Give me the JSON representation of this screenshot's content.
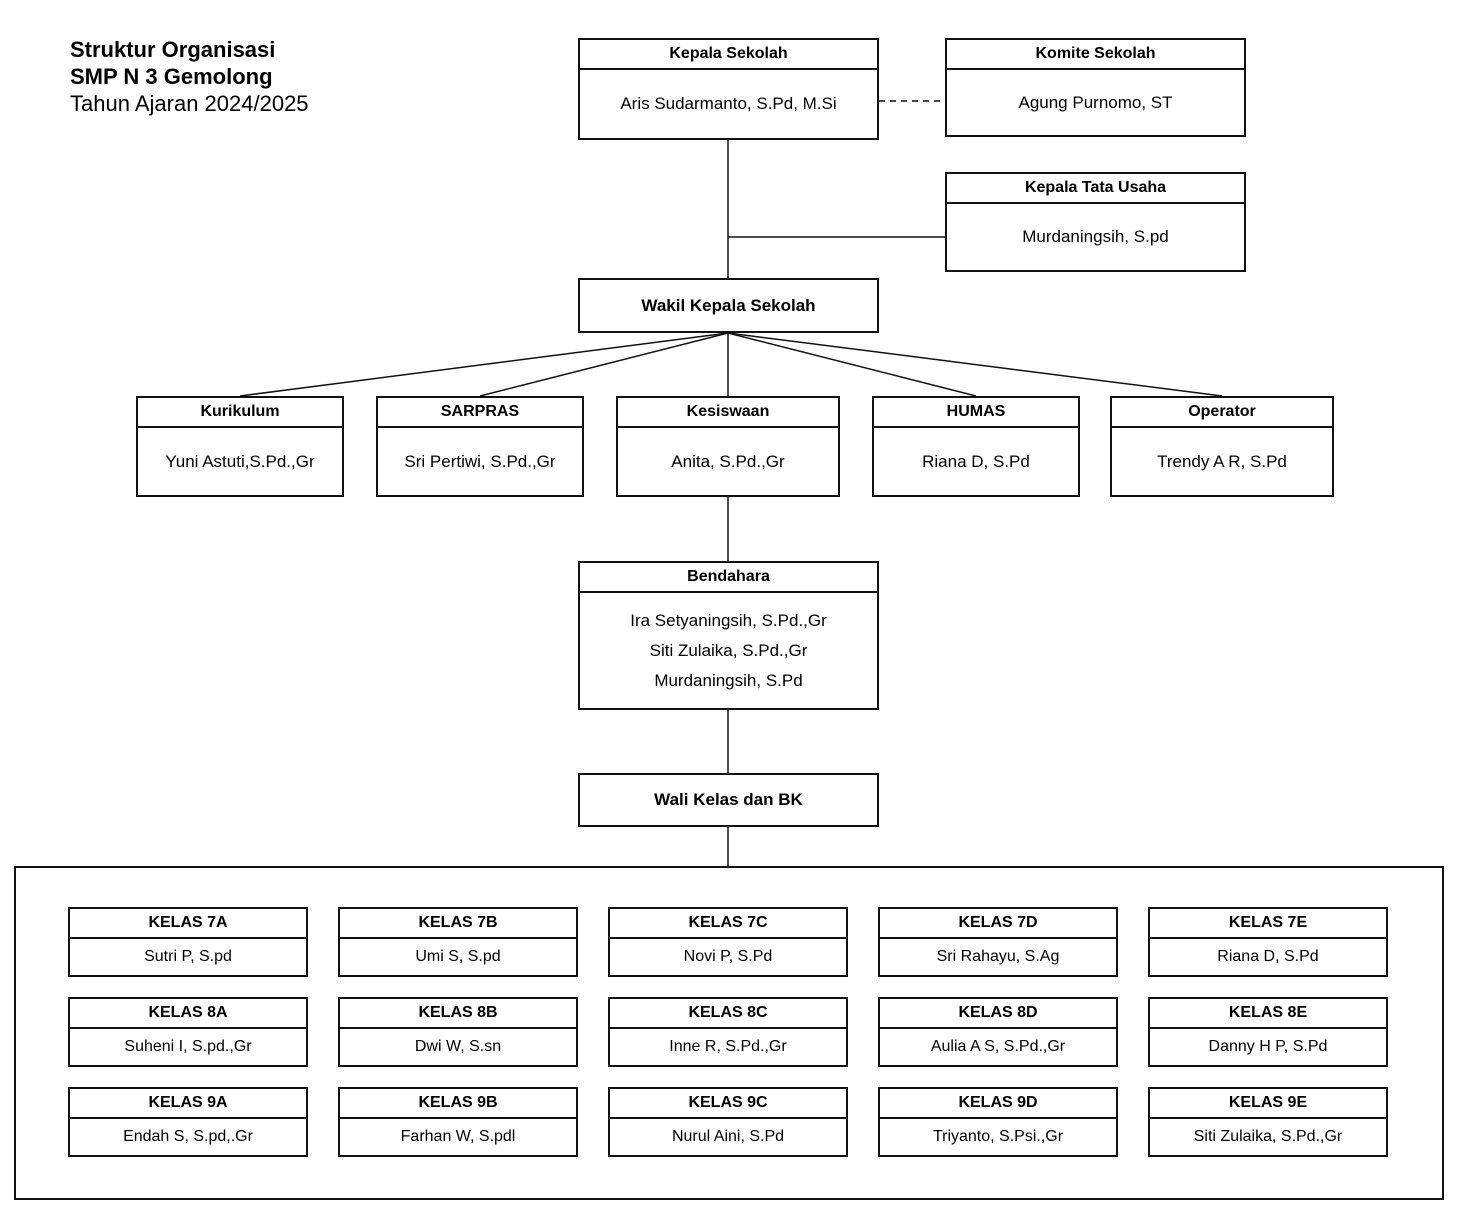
{
  "title": {
    "line1": "Struktur Organisasi",
    "line2": "SMP N 3 Gemolong",
    "line3": "Tahun Ajaran 2024/2025"
  },
  "nodes": {
    "kepala_sekolah": {
      "label": "Kepala Sekolah",
      "name": "Aris Sudarmanto, S.Pd, M.Si"
    },
    "komite_sekolah": {
      "label": "Komite Sekolah",
      "name": "Agung Purnomo, ST"
    },
    "kepala_tata_usaha": {
      "label": "Kepala Tata Usaha",
      "name": "Murdaningsih, S.pd"
    },
    "wakil_kepala_sekolah": {
      "label": "Wakil Kepala Sekolah"
    },
    "kurikulum": {
      "label": "Kurikulum",
      "name": "Yuni Astuti,S.Pd.,Gr"
    },
    "sarpras": {
      "label": "SARPRAS",
      "name": "Sri Pertiwi, S.Pd.,Gr"
    },
    "kesiswaan": {
      "label": "Kesiswaan",
      "name": "Anita, S.Pd.,Gr"
    },
    "humas": {
      "label": "HUMAS",
      "name": "Riana D, S.Pd"
    },
    "operator": {
      "label": "Operator",
      "name": "Trendy A R, S.Pd"
    },
    "bendahara": {
      "label": "Bendahara",
      "name1": "Ira Setyaningsih, S.Pd.,Gr",
      "name2": "Siti Zulaika, S.Pd.,Gr",
      "name3": "Murdaningsih, S.Pd"
    },
    "wali_kelas": {
      "label": "Wali Kelas dan BK"
    }
  },
  "classes": [
    {
      "label": "KELAS 7A",
      "name": "Sutri P, S.pd"
    },
    {
      "label": "KELAS 7B",
      "name": "Umi S, S.pd"
    },
    {
      "label": "KELAS 7C",
      "name": "Novi P, S.Pd"
    },
    {
      "label": "KELAS 7D",
      "name": "Sri Rahayu, S.Ag"
    },
    {
      "label": "KELAS 7E",
      "name": "Riana D, S.Pd"
    },
    {
      "label": "KELAS 8A",
      "name": "Suheni I, S.pd.,Gr"
    },
    {
      "label": "KELAS 8B",
      "name": "Dwi W, S.sn"
    },
    {
      "label": "KELAS 8C",
      "name": "Inne R, S.Pd.,Gr"
    },
    {
      "label": "KELAS 8D",
      "name": "Aulia A S, S.Pd.,Gr"
    },
    {
      "label": "KELAS 8E",
      "name": "Danny H P, S.Pd"
    },
    {
      "label": "KELAS 9A",
      "name": "Endah S, S.pd,.Gr"
    },
    {
      "label": "KELAS 9B",
      "name": "Farhan W, S.pdl"
    },
    {
      "label": "KELAS 9C",
      "name": "Nurul Aini, S.Pd"
    },
    {
      "label": "KELAS 9D",
      "name": "Triyanto, S.Psi.,Gr"
    },
    {
      "label": "KELAS 9E",
      "name": "Siti Zulaika, S.Pd.,Gr"
    }
  ],
  "colors": {
    "line": "#111111",
    "background": "#ffffff",
    "text": "#000000"
  }
}
